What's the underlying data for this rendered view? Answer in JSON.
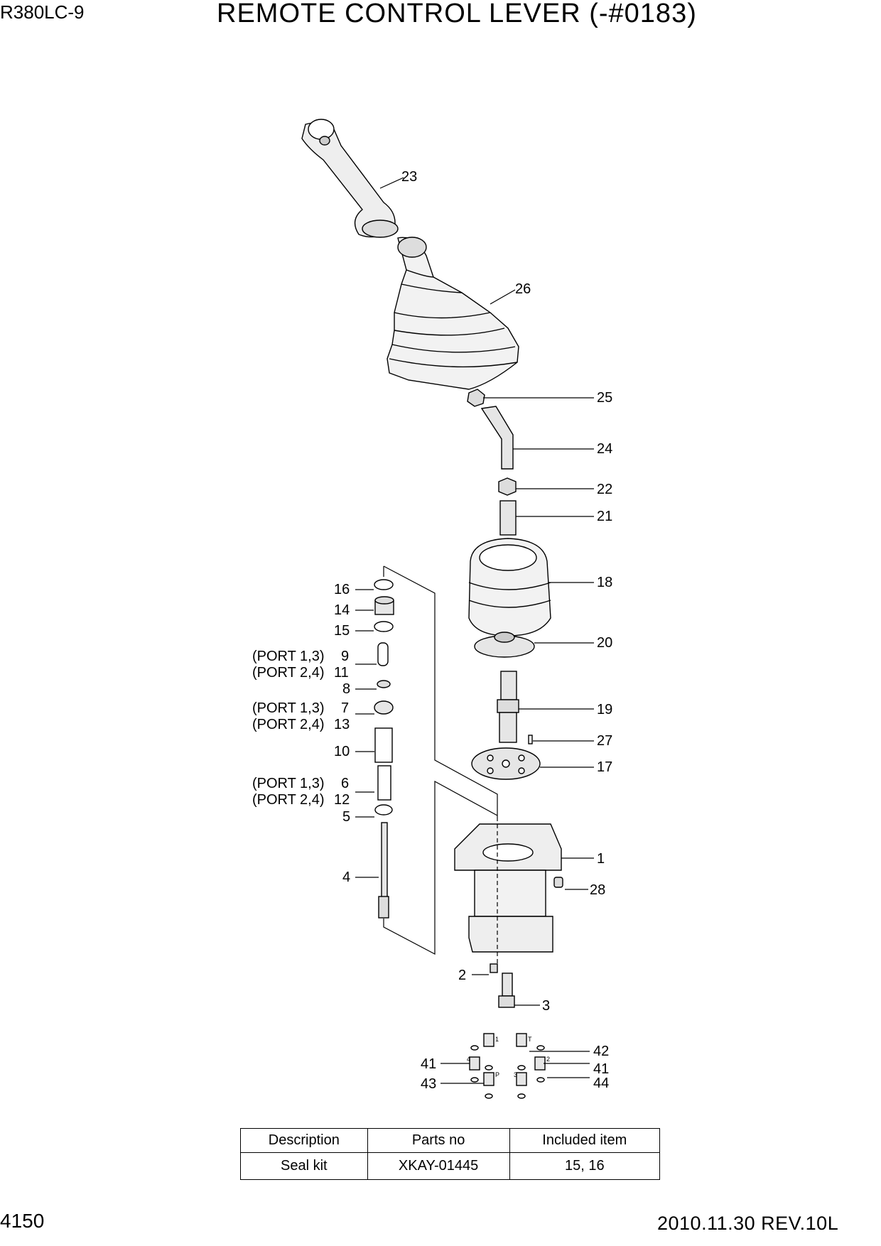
{
  "header": {
    "model": "R380LC-9",
    "title": "REMOTE CONTROL LEVER (-#0183)"
  },
  "footer": {
    "page": "4150",
    "date_rev": "2010.11.30  REV.10L"
  },
  "callouts": {
    "c23": "23",
    "c26": "26",
    "c25": "25",
    "c24": "24",
    "c22": "22",
    "c21": "21",
    "c18": "18",
    "c20": "20",
    "c19": "19",
    "c27": "27",
    "c17": "17",
    "c1": "1",
    "c28": "28",
    "c2": "2",
    "c3": "3",
    "c16": "16",
    "c14": "14",
    "c15": "15",
    "c9": "9",
    "c11": "11",
    "c8": "8",
    "c7": "7",
    "c13": "13",
    "c10": "10",
    "c6": "6",
    "c12": "12",
    "c5": "5",
    "c4": "4",
    "c42": "42",
    "c41a": "41",
    "c41b": "41",
    "c43": "43",
    "c44": "44",
    "port13a": "(PORT 1,3)",
    "port24a": "(PORT 2,4)",
    "port13b": "(PORT 1,3)",
    "port24b": "(PORT 2,4)",
    "port13c": "(PORT 1,3)",
    "port24c": "(PORT 2,4)"
  },
  "port_marks": {
    "p1": "1",
    "pT": "T",
    "p4": "4",
    "p2": "2",
    "pP": "P",
    "p3": "3"
  },
  "parts_table": {
    "headers": [
      "Description",
      "Parts no",
      "Included item"
    ],
    "rows": [
      [
        "Seal kit",
        "XKAY-01445",
        "15, 16"
      ]
    ]
  }
}
